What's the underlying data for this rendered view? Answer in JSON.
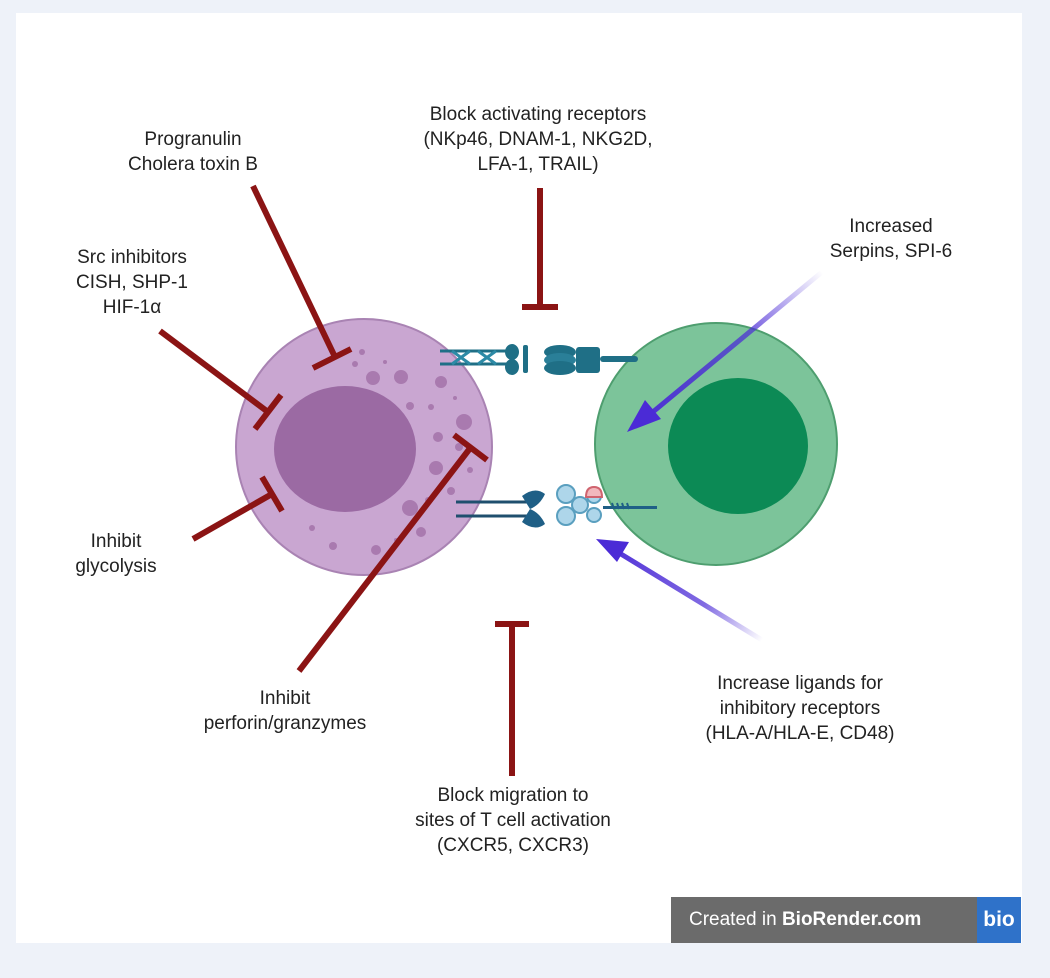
{
  "labels": {
    "progranulin": [
      "Progranulin",
      "Cholera toxin B"
    ],
    "src": [
      "Src inhibitors",
      "CISH, SHP-1",
      "HIF-1α"
    ],
    "block_activating": [
      "Block activating receptors",
      "(NKp46, DNAM-1, NKG2D,",
      "LFA-1, TRAIL)"
    ],
    "serpins": [
      "Increased",
      "Serpins, SPI-6"
    ],
    "glycolysis": [
      "Inhibit",
      "glycolysis"
    ],
    "perforin": [
      "Inhibit",
      "perforin/granzymes"
    ],
    "ligands": [
      "Increase ligands for",
      "inhibitory receptors",
      "(HLA-A/HLA-E, CD48)"
    ],
    "migration": [
      "Block migration to",
      "sites of T cell activation",
      "(CXCR5, CXCR3)"
    ]
  },
  "badge": {
    "prefix": "Created in ",
    "brand": "BioRender.com",
    "logo": "bio"
  },
  "colors": {
    "inhibit": "#8b1414",
    "activate_arrow": "#4b2bd6",
    "nk_cell": "#c9a6d1",
    "nk_nucleus": "#9b6aa3",
    "target_cell": "#7cc49a",
    "target_nucleus": "#0c8a55",
    "receptor": "#1f6f86"
  }
}
